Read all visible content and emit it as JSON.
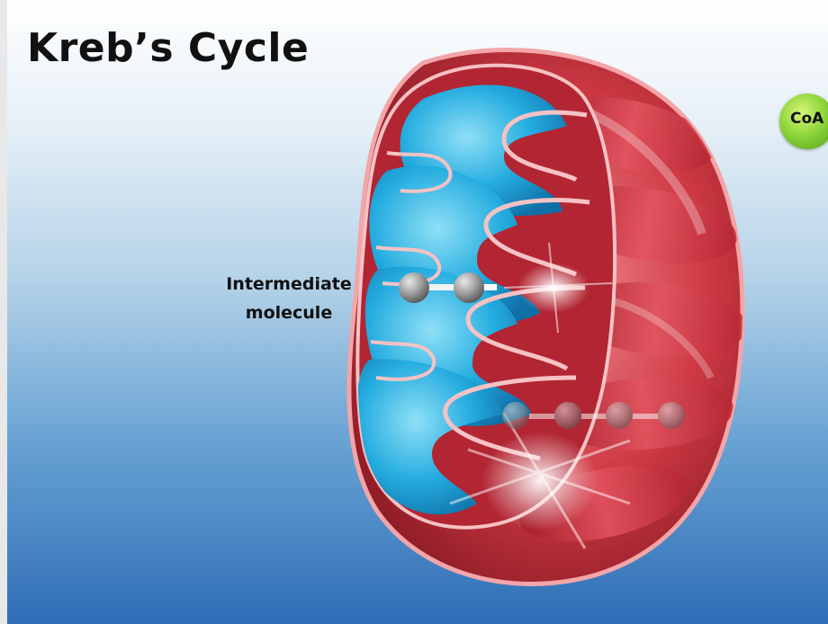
{
  "title": "Kreb’s Cycle",
  "label": {
    "line1": "Intermediate",
    "line2": "molecule"
  },
  "badge": {
    "text": "CoA",
    "color": "#7cc832"
  },
  "colors": {
    "membrane_red": "#d8323a",
    "matrix_blue": "#1aa6dc",
    "outline_pink": "#f3a5a8",
    "molecule_grey": "#8c8c8c"
  }
}
